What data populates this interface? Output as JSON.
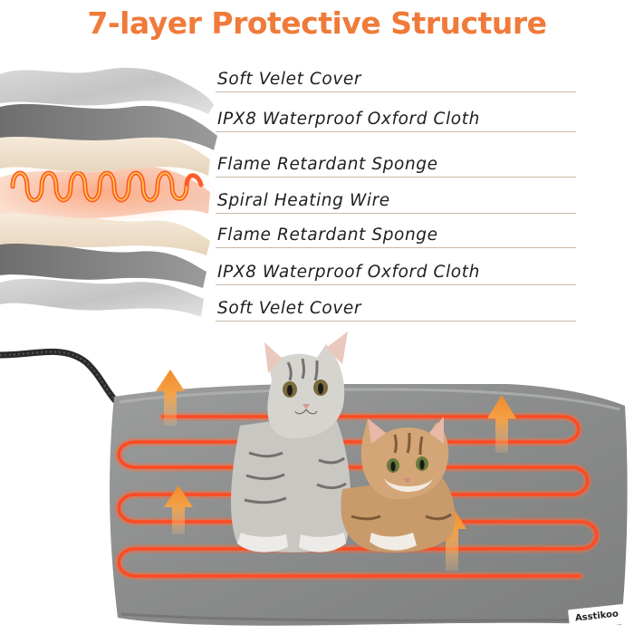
{
  "title": "7-layer Protective Structure",
  "layers": [
    {
      "label": "Soft Velet Cover"
    },
    {
      "label": "IPX8 Waterproof Oxford Cloth"
    },
    {
      "label": "Flame Retardant Sponge"
    },
    {
      "label": "Spiral Heating Wire"
    },
    {
      "label": "Flame Retardant Sponge"
    },
    {
      "label": "IPX8 Waterproof Oxford Cloth"
    },
    {
      "label": "Soft Velet Cover"
    }
  ],
  "brand": "Asstikoo",
  "colors": {
    "title": "#f07a3a",
    "heating_wire": "#ff5a2a",
    "arrow": "#f39a3c",
    "mat": "#8f9090",
    "sponge": "#f2e3cf",
    "oxford": "#8a8a8a",
    "velvet": "#cfcfcf"
  }
}
